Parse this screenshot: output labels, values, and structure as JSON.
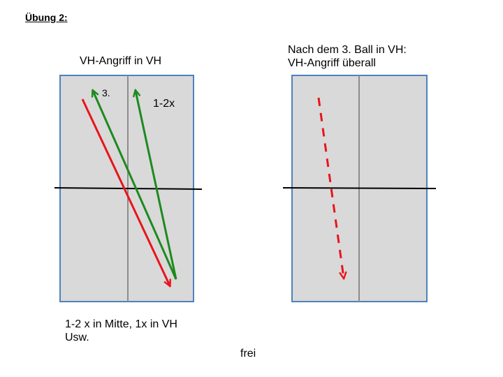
{
  "heading": "Übung 2:",
  "left_diagram": {
    "title": "VH-Angriff in VH",
    "label_third": "3.",
    "label_repeat": "1-2x",
    "caption_line1": "1-2 x in Mitte, 1x in VH",
    "caption_line2": "Usw."
  },
  "right_diagram": {
    "title_line1": "Nach dem 3. Ball in VH:",
    "title_line2": "VH-Angriff überall"
  },
  "footer": "frei",
  "colors": {
    "table_fill": "#d9d9d9",
    "table_border": "#4f81bd",
    "center_line": "#8c8c8c",
    "net": "#000000",
    "arrow_red": "#e8151b",
    "arrow_green": "#1d8a1d"
  }
}
